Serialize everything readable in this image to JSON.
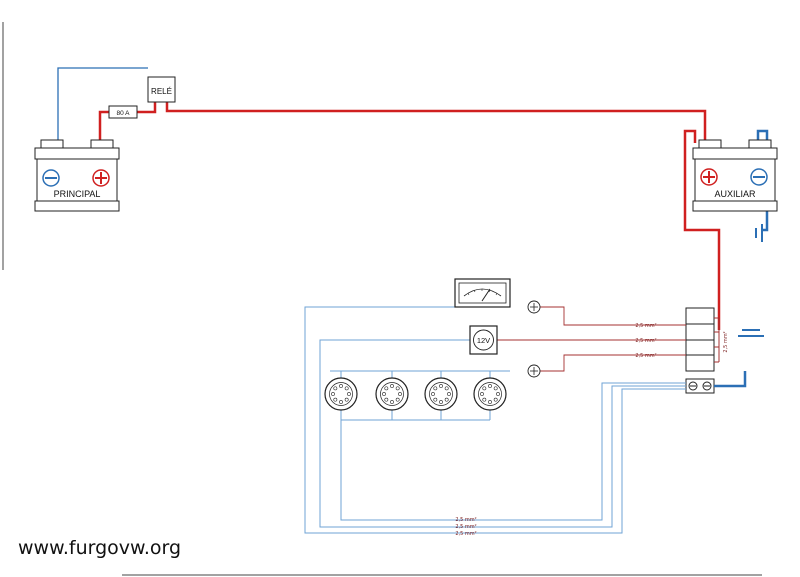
{
  "batteries": {
    "main": {
      "label": "PRINCIPAL"
    },
    "aux": {
      "label": "AUXILIAR"
    }
  },
  "relay": {
    "label": "RELÉ"
  },
  "fuse": {
    "label": "80 A"
  },
  "meter": {
    "label": "12V"
  },
  "wire_labels": {
    "w1": "2,5 mm²",
    "w2": "2,5 mm²",
    "w3": "2,5 mm²",
    "vertical": "2,5 mm²",
    "g1": "2,5 mm²",
    "g2": "2,5 mm²",
    "g3": "2,5 mm²"
  },
  "watermark": "www.furgovw.org",
  "colors": {
    "positive_wire": "#d02020",
    "negative_wire": "#2b6fb5",
    "ground_wire": "#6fa3d6"
  }
}
